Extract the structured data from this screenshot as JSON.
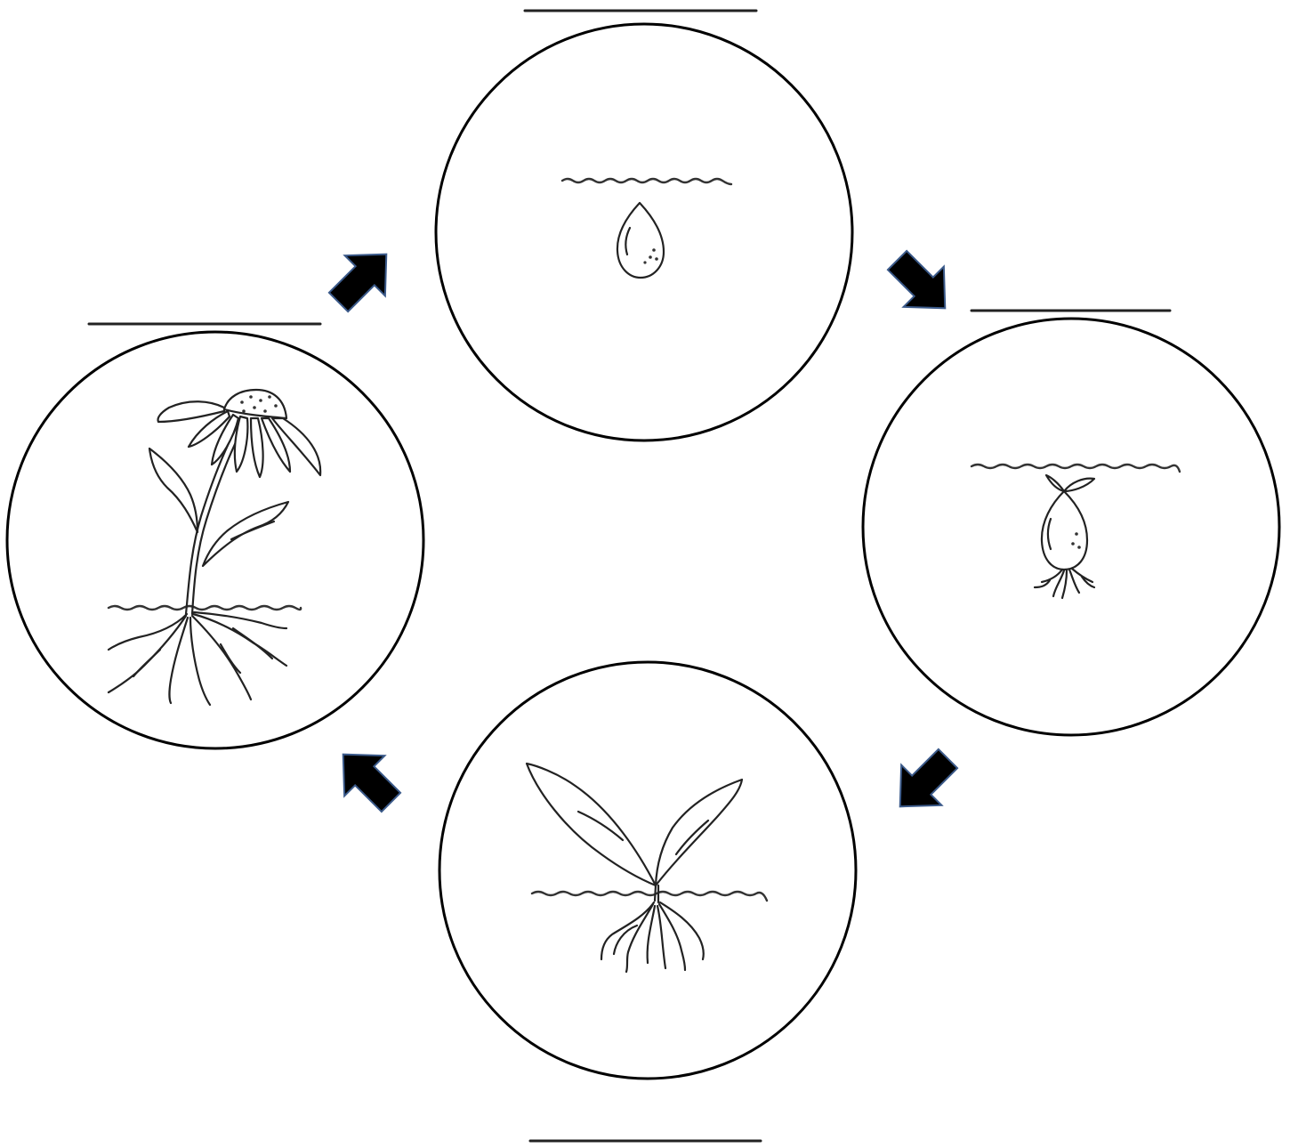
{
  "diagram": {
    "stages": [
      {
        "id": "seed",
        "label": "",
        "icon": "seed-icon"
      },
      {
        "id": "germination",
        "label": "",
        "icon": "sprouting-seed-icon"
      },
      {
        "id": "seedling",
        "label": "",
        "icon": "seedling-icon"
      },
      {
        "id": "adult-plant",
        "label": "",
        "icon": "flowering-plant-icon"
      }
    ],
    "arrows": [
      "arrow-icon",
      "arrow-icon",
      "arrow-icon",
      "arrow-icon"
    ],
    "colors": {
      "stroke": "#000000",
      "arrow_fill": "#000000",
      "arrow_outline": "#3b5a8a",
      "background": "#ffffff"
    }
  }
}
